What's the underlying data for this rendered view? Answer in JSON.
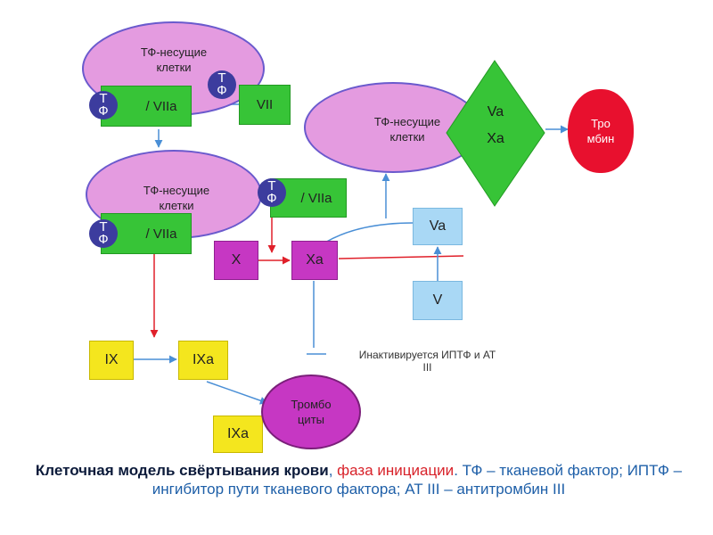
{
  "diagram": {
    "nodes": {
      "tf_cells_top": "ТФ-несущие\nклетки",
      "tf_cells_middle": "ТФ-несущие\nклетки",
      "tf_cells_right": "ТФ-несущие\nклетки",
      "tf_label": "Т\nФ",
      "viia_top": "/ VIIa",
      "vii": "VII",
      "viia_mid_right": "/ VIIa",
      "viia_mid_left": "/ VIIa",
      "x": "X",
      "xa": "Xa",
      "va_box": "Va",
      "v_box": "V",
      "ix": "IX",
      "ixa": "IXa",
      "ixa_bottom": "IXa",
      "platelets": "Тромбо\nциты",
      "rhombus_va": "Va",
      "rhombus_xa": "Xa",
      "thrombin": "Тро\nмбин",
      "inhibited": "Инактивируется ИПТФ и АТ\nIII"
    },
    "colors": {
      "ellipse_fill": "#e49be0",
      "green": "#37c437",
      "magenta": "#c637c3",
      "light_blue": "#a9d8f5",
      "yellow": "#f4e61e",
      "tf_circle": "#3c3c9e",
      "thrombin_red": "#e8102e",
      "arrow_red": "#e0202a",
      "arrow_blue": "#4a8fd6"
    }
  },
  "caption": {
    "part_bold": "Клеточная модель свёртывания крови",
    "part_sep1": ", ",
    "part_red": "фаза инициации",
    "part_rest": ". ТФ – тканевой фактор; ИПТФ – ингибитор пути тканевого фактора; АТ III – антитромбин III"
  }
}
